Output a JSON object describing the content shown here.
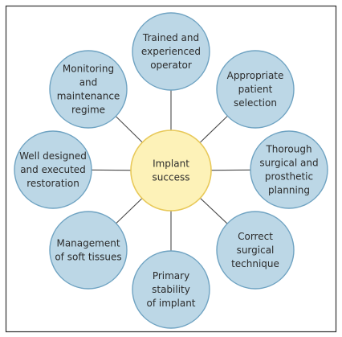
{
  "colors": {
    "frame_border": "#2f2f2f",
    "connector": "#4a4a4a",
    "node_fill": "#bcd7e6",
    "node_stroke": "#6fa3c2",
    "center_fill": "#fdf2b8",
    "center_stroke": "#e8c95a",
    "text": "#2b2b2b"
  },
  "center": {
    "lines": [
      "Implant",
      "success"
    ]
  },
  "nodes": [
    {
      "id": "operator",
      "lines": [
        "Trained and",
        "experienced",
        "operator"
      ]
    },
    {
      "id": "patient",
      "lines": [
        "Appropriate",
        "patient",
        "selection"
      ]
    },
    {
      "id": "planning",
      "lines": [
        "Thorough",
        "surgical and",
        "prosthetic",
        "planning"
      ]
    },
    {
      "id": "technique",
      "lines": [
        "Correct",
        "surgical",
        "technique"
      ]
    },
    {
      "id": "stability",
      "lines": [
        "Primary",
        "stability",
        "of implant"
      ]
    },
    {
      "id": "soft-tissues",
      "lines": [
        "Management",
        "of soft tissues"
      ]
    },
    {
      "id": "restoration",
      "lines": [
        "Well designed",
        "and executed",
        "restoration"
      ]
    },
    {
      "id": "maintenance",
      "lines": [
        "Monitoring",
        "and",
        "maintenance",
        "regime"
      ]
    }
  ]
}
